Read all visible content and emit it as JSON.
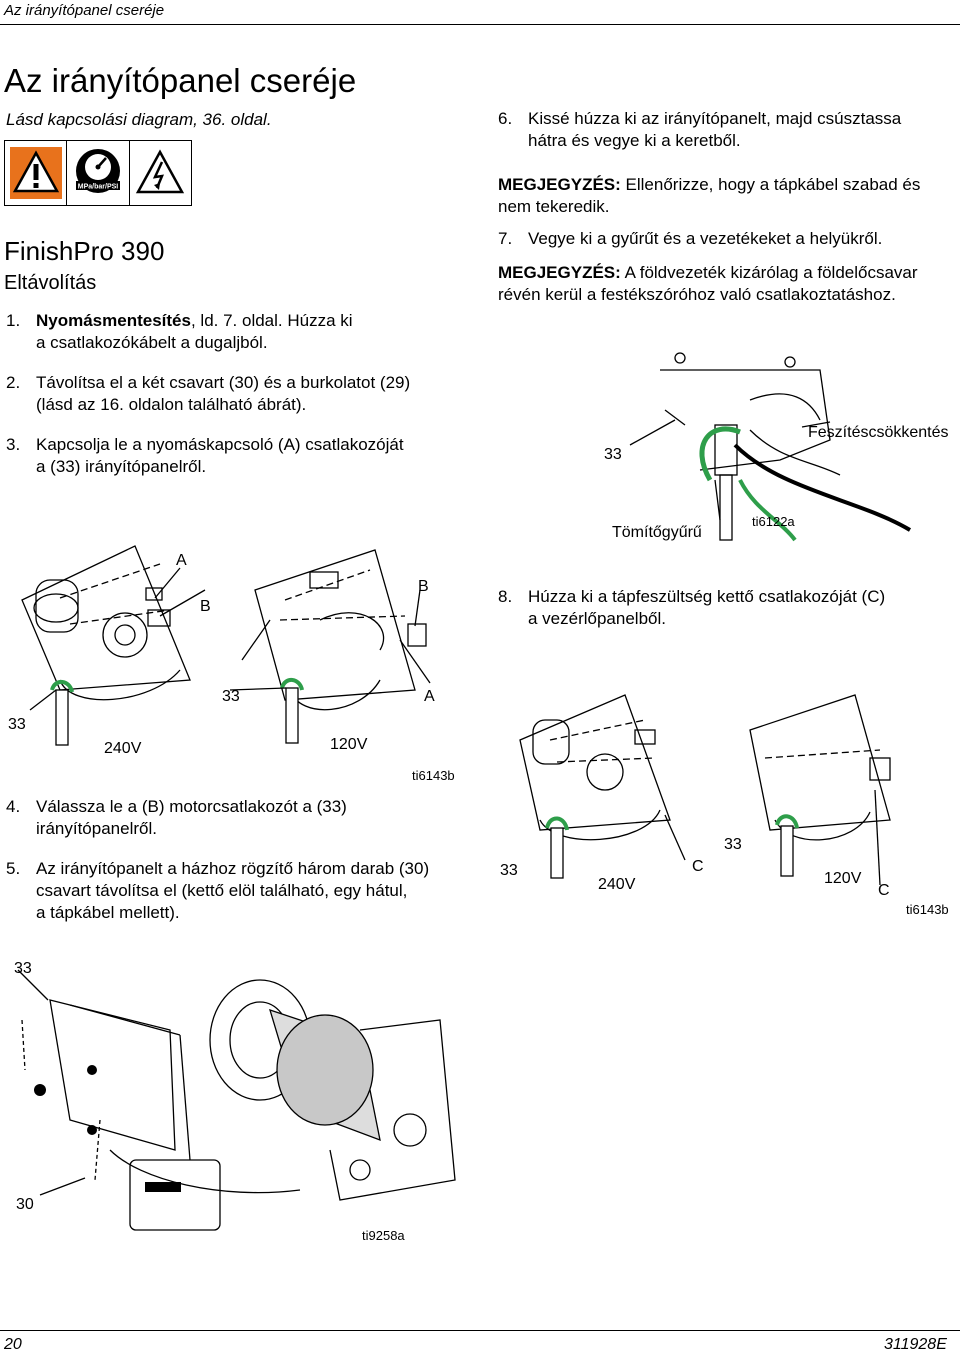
{
  "header": {
    "running_title": "Az irányítópanel cseréje"
  },
  "page": {
    "title": "Az irányítópanel cseréje",
    "see_ref": "Lásd kapcsolási diagram, 36. oldal.",
    "model": "FinishPro 390",
    "section": "Eltávolítás"
  },
  "warning_icons": {
    "pressure_caption": "MPa/bar/PSI"
  },
  "steps_left": [
    {
      "num": "1.",
      "bold": "Nyomásmentesítés",
      "text": ", ld. 7. oldal. Húzza ki",
      "text2": "a csatlakozókábelt a dugaljból."
    },
    {
      "num": "2.",
      "text": "Távolítsa el a két csavart (30) és a burkolatot (29)",
      "text2": "(lásd az 16. oldalon található ábrát)."
    },
    {
      "num": "3.",
      "text": "Kapcsolja le a nyomáskapcsoló (A) csatlakozóját",
      "text2": "a (33) irányítópanelről."
    },
    {
      "num": "4.",
      "text": "Válassza le a (B) motorcsatlakozót a (33)",
      "text2": "irányítópanelről."
    },
    {
      "num": "5.",
      "text": "Az irányítópanelt a házhoz rögzítő három darab (30)",
      "text2": "csavart távolítsa el (kettő elöl található, egy hátul,",
      "text3": "a tápkábel mellett)."
    }
  ],
  "steps_right": [
    {
      "num": "6.",
      "text": "Kissé húzza ki az irányítópanelt, majd csúsztassa",
      "text2": "hátra és vegye ki a keretből."
    },
    {
      "num": "7.",
      "text": "Vegye ki a gyűrűt és a vezetékeket a helyükről."
    },
    {
      "num": "8.",
      "text": "Húzza ki a tápfeszültség kettő csatlakozóját (C)",
      "text2": "a vezérlőpanelből."
    }
  ],
  "notes": [
    {
      "label": "MEGJEGYZÉS:",
      "text": " Ellenőrizze, hogy a tápkábel szabad és",
      "text2": "nem tekeredik."
    },
    {
      "label": "MEGJEGYZÉS:",
      "text": " A földvezeték kizárólag a földelőcsavar",
      "text2": "révén kerül a festékszóróhoz való csatlakoztatáshoz."
    }
  ],
  "figures": {
    "fig1": {
      "labels": [
        "A",
        "B",
        "B",
        "33",
        "A",
        "33",
        "240V",
        "120V"
      ],
      "id": "ti6143b"
    },
    "fig2": {
      "labels": [
        "33",
        "Feszítéscsökkentés",
        "Tömítőgyűrű"
      ],
      "id": "ti6122a"
    },
    "fig3": {
      "labels": [
        "33",
        "240V",
        "C",
        "33",
        "120V",
        "C"
      ],
      "id": "ti6143b"
    },
    "fig4": {
      "labels": [
        "33",
        "30"
      ],
      "id": "ti9258a"
    }
  },
  "footer": {
    "page_num": "20",
    "doc_num": "311928E"
  },
  "colors": {
    "warning_orange": "#E8721C",
    "wire_green": "#2E9E4A"
  }
}
